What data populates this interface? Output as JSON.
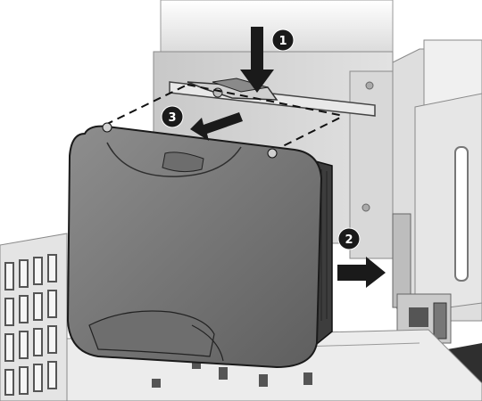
{
  "callouts": [
    {
      "number": "1"
    },
    {
      "number": "2"
    },
    {
      "number": "3"
    }
  ],
  "colors": {
    "frame": "#cfcfcf",
    "bracket": "#dcdcdc",
    "drive": "#7a7a7a",
    "drive_dark": "#4a4a4a",
    "arrow": "#1a1a1a",
    "callout_fill": "#1a1a1a"
  },
  "icons": {
    "callout": "circled-number-icon",
    "arrow": "direction-arrow-icon"
  }
}
